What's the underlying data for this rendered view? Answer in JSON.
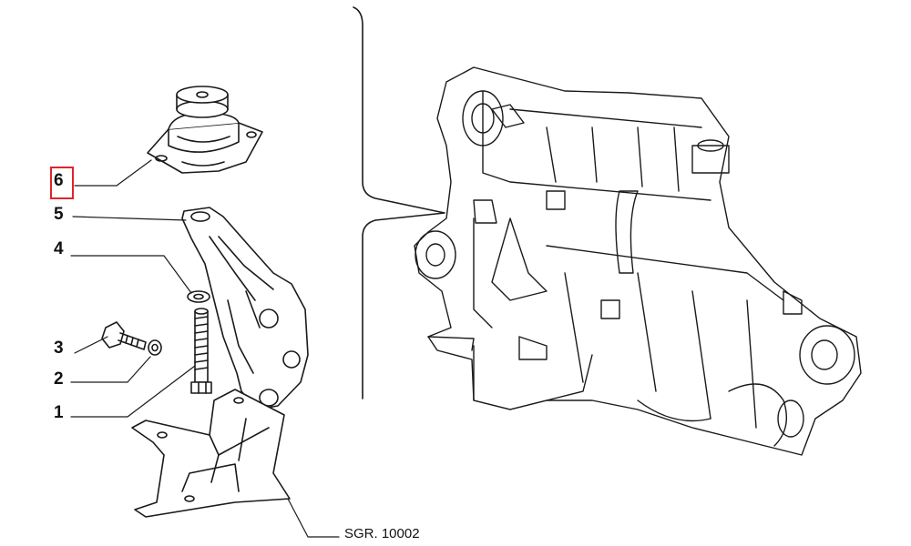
{
  "callouts": [
    {
      "id": "6",
      "label": "6",
      "highlighted": true
    },
    {
      "id": "5",
      "label": "5"
    },
    {
      "id": "4",
      "label": "4"
    },
    {
      "id": "3",
      "label": "3"
    },
    {
      "id": "2",
      "label": "2"
    },
    {
      "id": "1",
      "label": "1"
    }
  ],
  "reference_code": "SGR. 10002",
  "colors": {
    "line": "#1a1a1a",
    "highlight": "#e0242a",
    "background": "#ffffff"
  }
}
